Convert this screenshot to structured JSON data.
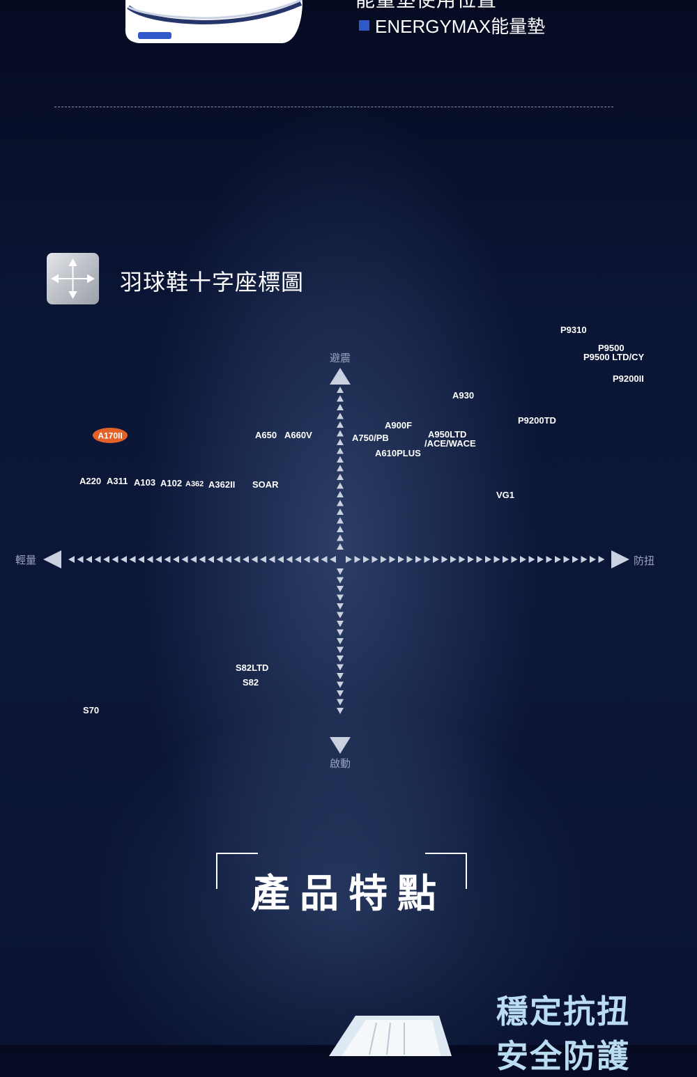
{
  "top": {
    "caption": "能量墊使用位置",
    "legend_label": "ENERGYMAX能量墊",
    "colors": {
      "energymax": "#2f59c9"
    }
  },
  "section": {
    "title": "羽球鞋十字座標圖",
    "icon": "move-arrows-icon"
  },
  "axes": {
    "top": "避震",
    "bottom": "啟動",
    "left": "輕量",
    "right": "防扭"
  },
  "models": {
    "p9310": "P9310",
    "p9500": "P9500",
    "p9500ltd": "P9500 LTD/CY",
    "p9200ii": "P9200II",
    "a930": "A930",
    "p9200td": "P9200TD",
    "a900f": "A900F",
    "a950ltd": "A950LTD",
    "ace_wace": "/ACE/WACE",
    "a750pb": "A750/PB",
    "a610plus": "A610PLUS",
    "a650": "A650",
    "a660v": "A660V",
    "a170ii": "A170II",
    "a220": "A220",
    "a311": "A311",
    "a103": "A103",
    "a102": "A102",
    "a362": "A362",
    "a362ii": "A362II",
    "soar": "SOAR",
    "vg1": "VG1",
    "s82ltd": "S82LTD",
    "s82": "S82",
    "s70": "S70"
  },
  "highlight_color": "#e2622a",
  "features": {
    "title": "產品特點",
    "item1_line1": "穩定抗扭",
    "item1_line2": "安全防護"
  }
}
